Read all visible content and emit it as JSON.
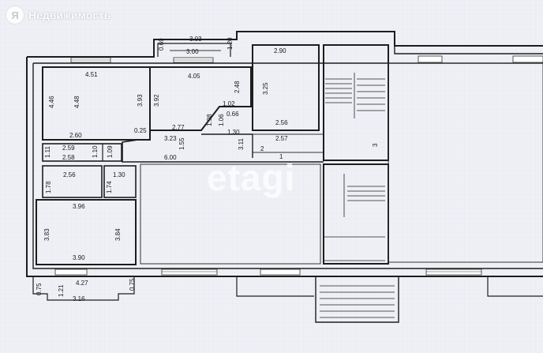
{
  "logo": {
    "brand_letter": "Я",
    "text": "Недвижимость"
  },
  "watermark": "etagi",
  "rooms": {
    "top_left": {
      "w_top": "4.51",
      "h_left": "4.46",
      "h_inner": "4.48",
      "h_right": "3.93",
      "w_bottom": "2.60"
    },
    "top_mid": {
      "w_top": "4.05",
      "h_left": "3.92",
      "h_right": "2.48",
      "w_bottom": "2.77",
      "diag": "0.25",
      "step": "1.02"
    },
    "top_right": {
      "w_top": "2.90",
      "h_left": "3.25",
      "w_bottom": "2.56"
    },
    "corridor": {
      "w_mid": "3.23",
      "h": "1.55",
      "w_right": "2.57",
      "w_long": "6.00",
      "small_h": "1.98",
      "small_w": "0.66",
      "h2": "3.11",
      "h3": "1.30",
      "n1": "1.06"
    },
    "bath": {
      "w_top": "2.59",
      "w_bottom": "2.58",
      "h_left": "1.11",
      "h_mid": "1.10",
      "h_right": "1.09"
    },
    "wc": {
      "w_left": "2.56",
      "w_right": "1.30",
      "h_left": "1.78",
      "h_right": "1.74"
    },
    "bottom_left": {
      "w_top": "3.96",
      "h_left": "3.83",
      "h_right": "3.84",
      "w_bottom": "3.90"
    },
    "balcony_top": {
      "w_top": "3.03",
      "w_inner": "3.00",
      "h_left": "0.69",
      "h_right": "1.20"
    },
    "balcony_bottom": {
      "w_top": "4.27",
      "w_bottom": "3.16",
      "h_left": "0.75",
      "h_mid": "1.21",
      "h_right": "0.75"
    },
    "stair_labels": {
      "a": "2",
      "b": "1",
      "c": "3"
    }
  }
}
